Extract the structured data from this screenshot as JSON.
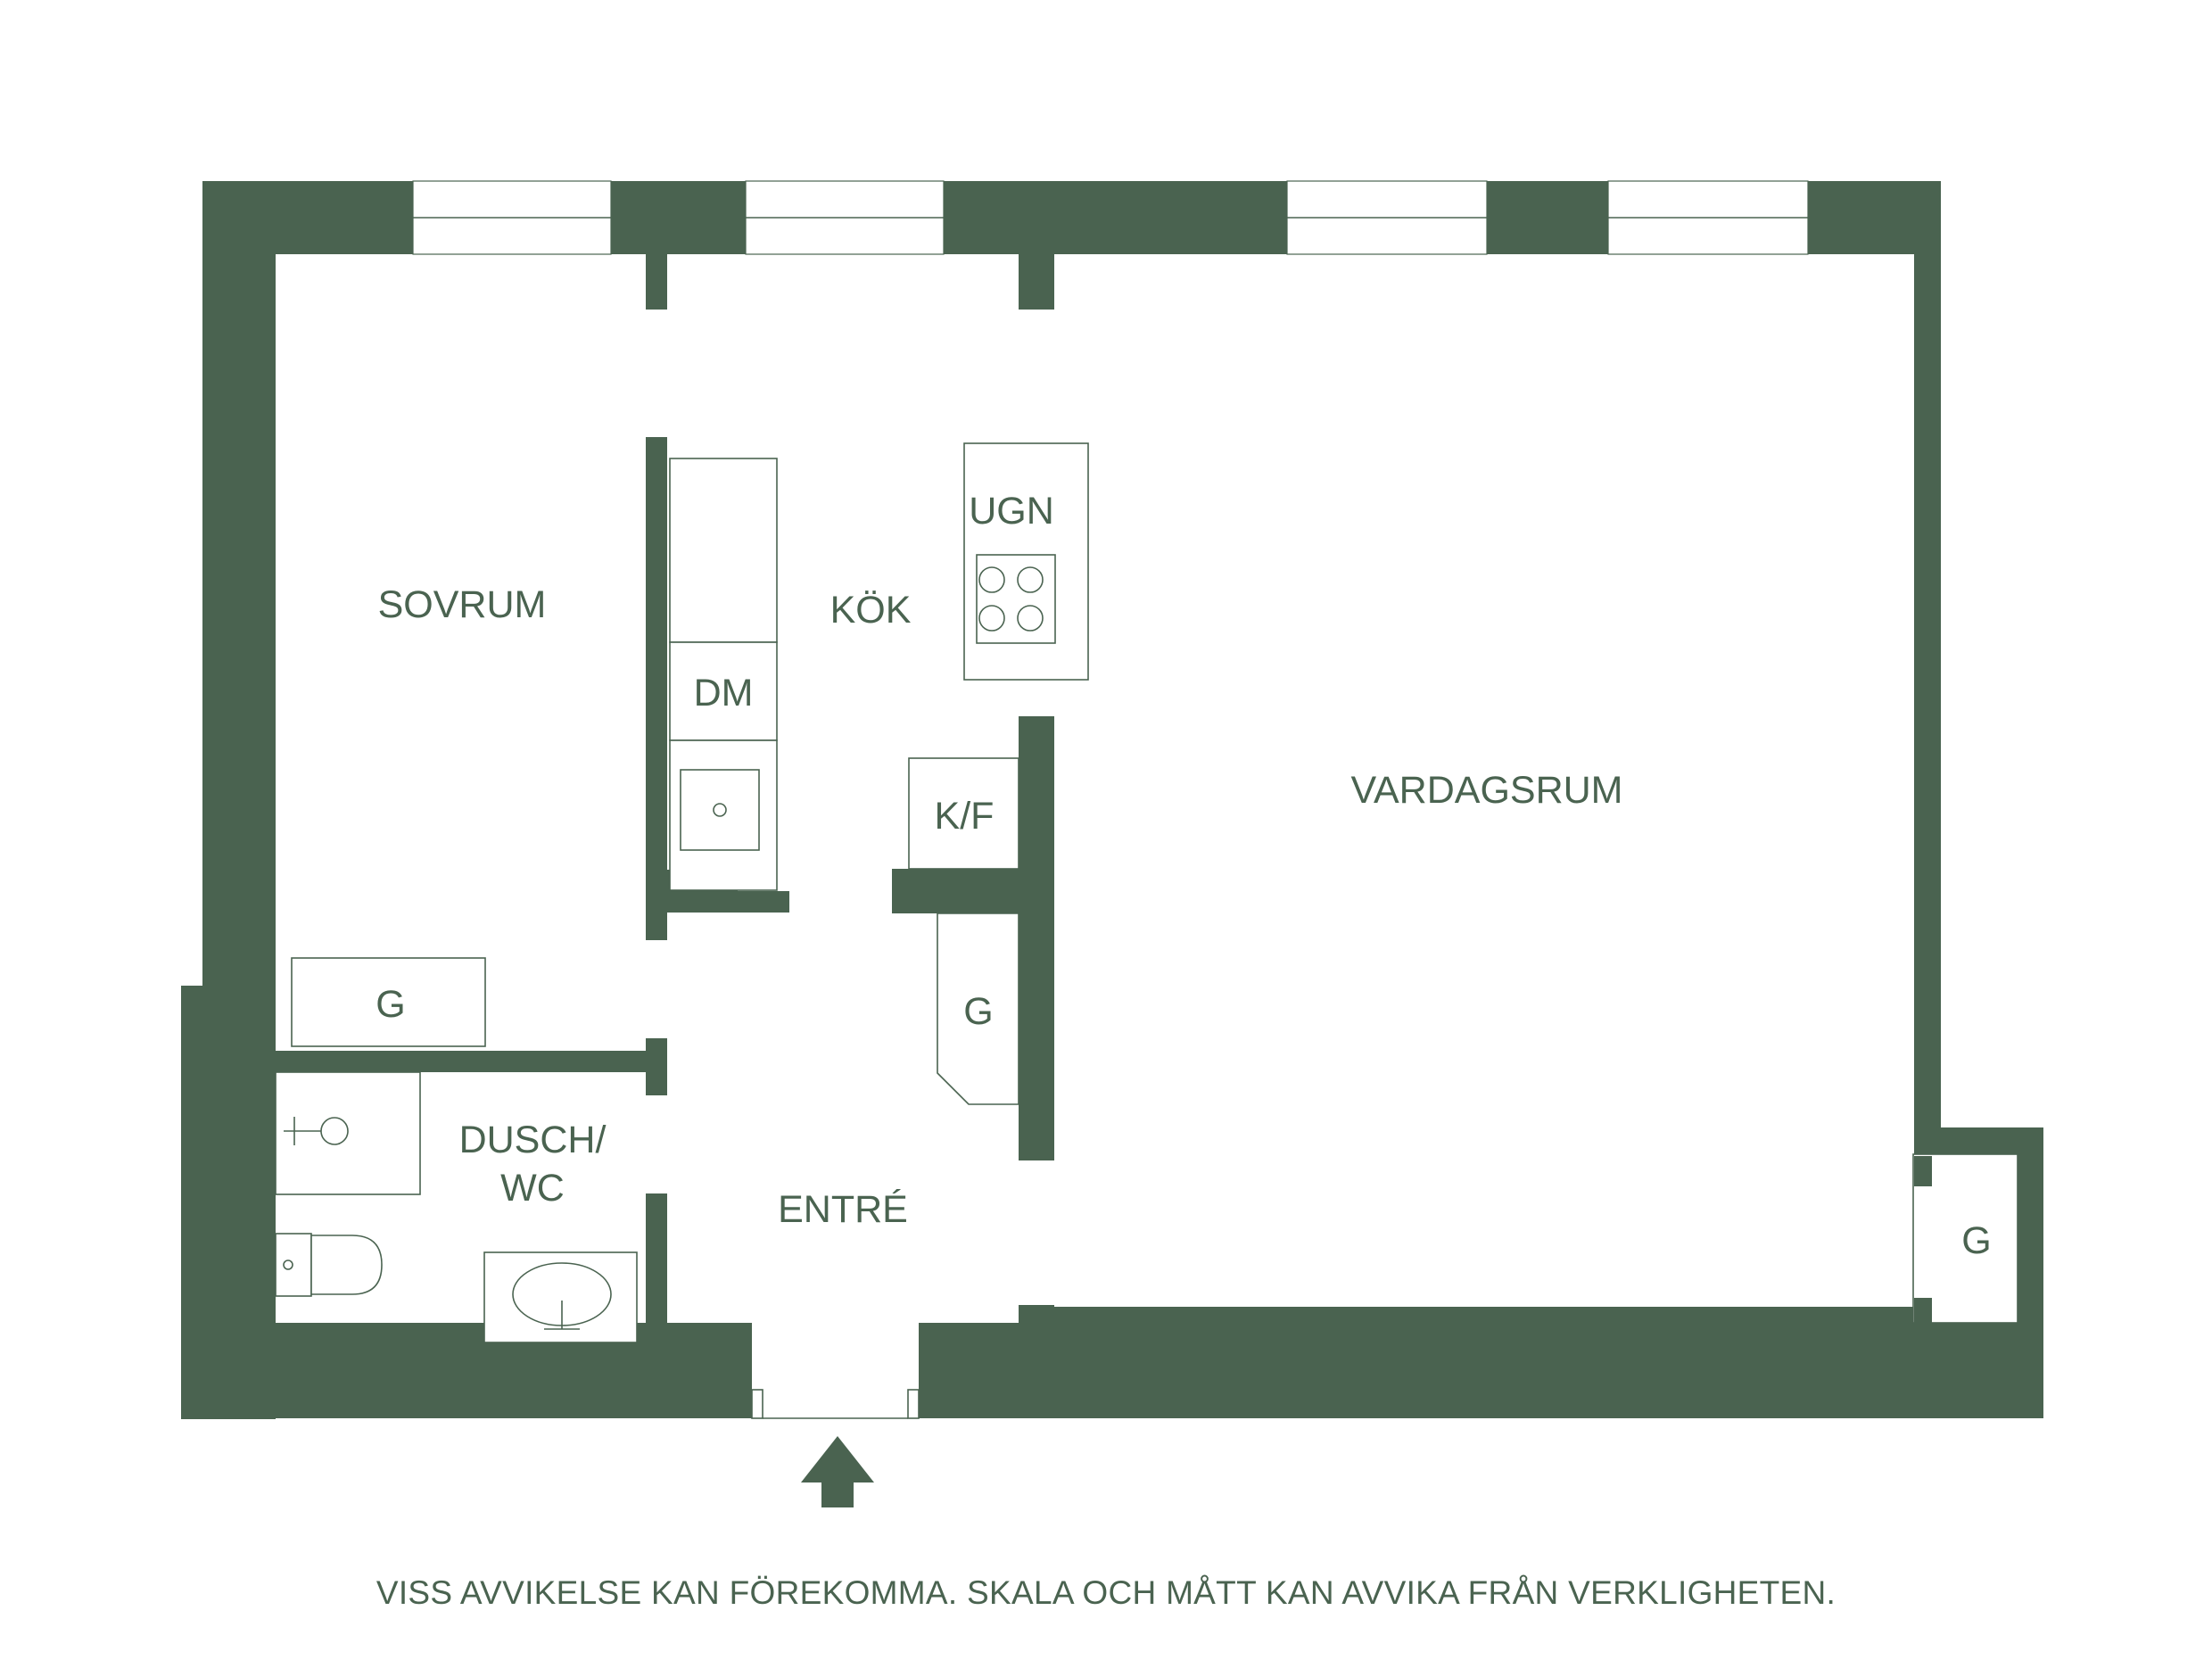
{
  "rooms": {
    "sovrum": "SOVRUM",
    "kok": "KÖK",
    "ugn": "UGN",
    "dm": "DM",
    "kf": "K/F",
    "vardagsrum": "VARDAGSRUM",
    "g_sovrum": "G",
    "g_entre": "G",
    "g_vardagsrum": "G",
    "dusch_line1": "DUSCH/",
    "dusch_line2": "WC",
    "entre": "ENTRÉ"
  },
  "disclaimer": "VISS AVVIKELSE KAN FÖREKOMMA. SKALA OCH MÅTT KAN AVVIKA FRÅN VERKLIGHETEN.",
  "colors": {
    "wall": "#4a6350",
    "background": "#ffffff"
  },
  "icons": {
    "entrance": "arrow-up-icon"
  }
}
